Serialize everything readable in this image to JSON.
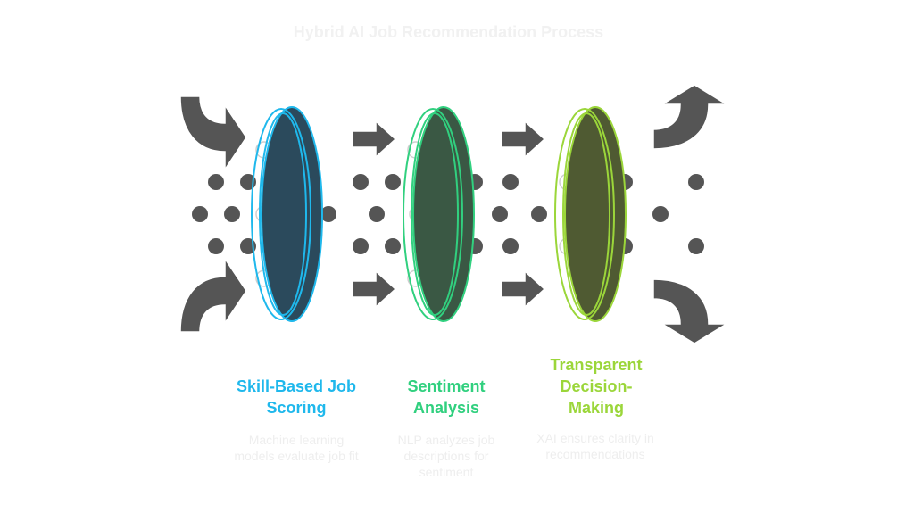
{
  "title": "Hybrid AI Job Recommendation Process",
  "colors": {
    "dot": "#555555",
    "arrow": "#555555",
    "stage1": "#1fb8ec",
    "stage2": "#31d07f",
    "stage3": "#9bd63a"
  },
  "stages": [
    {
      "title": "Skill-Based Job Scoring",
      "description": "Machine learning models evaluate job fit"
    },
    {
      "title": "Sentiment Analysis",
      "description": "NLP analyzes job descriptions for sentiment"
    },
    {
      "title": "Transparent Decision-Making",
      "description": "XAI ensures clarity in recommendations"
    }
  ]
}
